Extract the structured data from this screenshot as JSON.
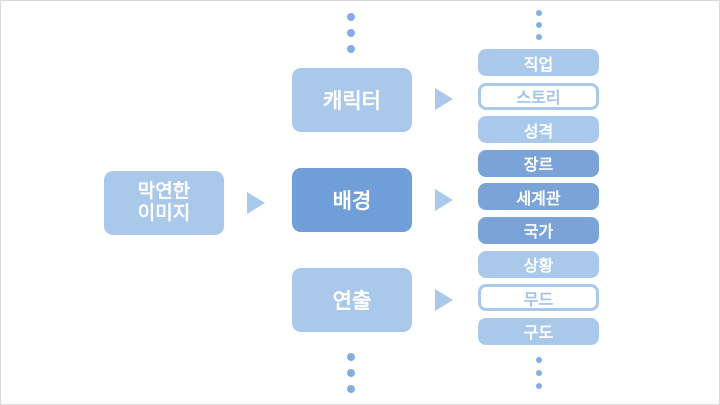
{
  "colors": {
    "light_blue": "#a9c8ea",
    "medium_blue_branch": "#6f9ed8",
    "medium_blue_child": "#7aa3d7",
    "outline_border": "#aac9ea",
    "outline_text": "#a2c3e9",
    "dot_blue": "#84ade0",
    "box_text_white": "#ffffff",
    "page_border": "#d9d9d9"
  },
  "diagram": {
    "root": {
      "line1": "막연한",
      "line2": "이미지"
    },
    "branches": [
      {
        "label": "캐릭터",
        "variant": "light",
        "children": [
          {
            "label": "직업",
            "variant": "filled-light"
          },
          {
            "label": "스토리",
            "variant": "outline"
          },
          {
            "label": "성격",
            "variant": "filled-light"
          }
        ]
      },
      {
        "label": "배경",
        "variant": "medium",
        "children": [
          {
            "label": "장르",
            "variant": "filled-medium"
          },
          {
            "label": "세계관",
            "variant": "filled-medium"
          },
          {
            "label": "국가",
            "variant": "filled-medium"
          }
        ]
      },
      {
        "label": "연출",
        "variant": "light",
        "children": [
          {
            "label": "상황",
            "variant": "filled-light"
          },
          {
            "label": "무드",
            "variant": "outline"
          },
          {
            "label": "구도",
            "variant": "filled-light"
          }
        ]
      }
    ]
  }
}
